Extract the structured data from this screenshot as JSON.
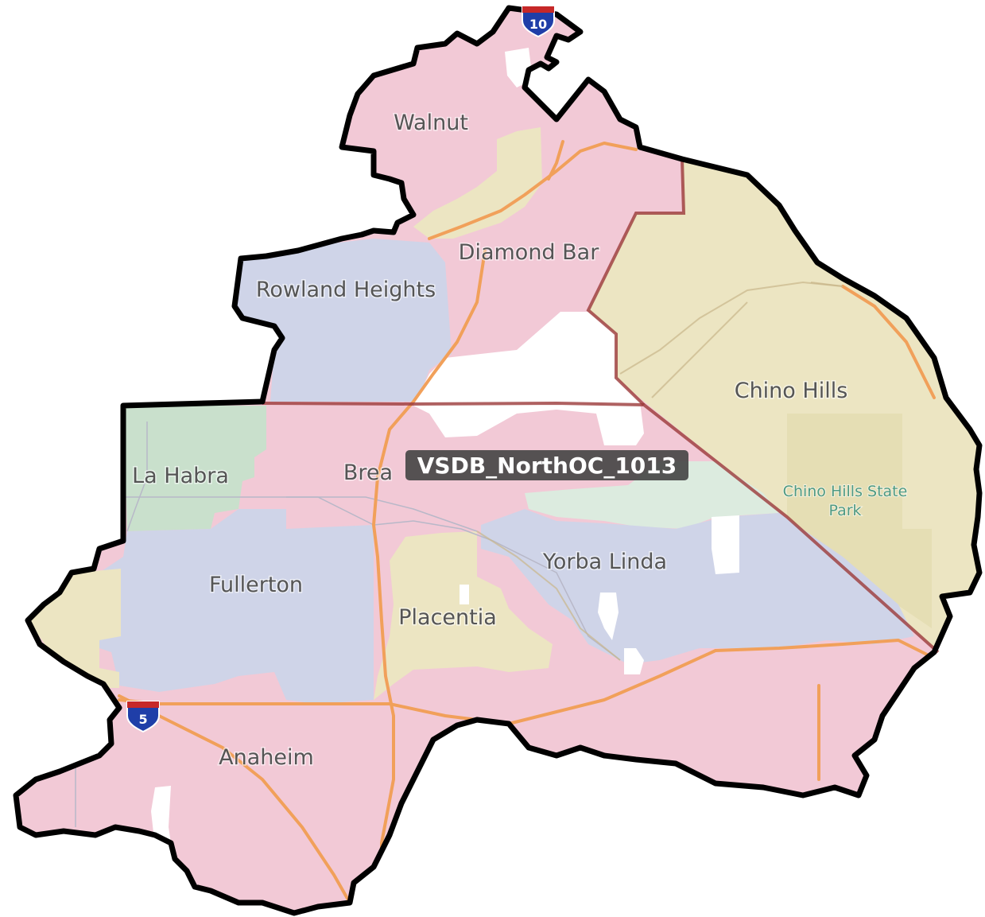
{
  "map": {
    "district_label": "VSDB_NorthOC_1013",
    "cities": [
      {
        "name": "Walnut"
      },
      {
        "name": "Diamond Bar"
      },
      {
        "name": "Rowland Heights"
      },
      {
        "name": "Chino Hills"
      },
      {
        "name": "La Habra"
      },
      {
        "name": "Brea"
      },
      {
        "name": "Yorba Linda"
      },
      {
        "name": "Fullerton"
      },
      {
        "name": "Placentia"
      },
      {
        "name": "Anaheim"
      }
    ],
    "park": {
      "line1": "Chino Hills State",
      "line2": "Park"
    },
    "highways": [
      {
        "number": "10"
      },
      {
        "number": "5"
      }
    ],
    "colors": {
      "pink": "#f2c9d6",
      "beige": "#ece5c2",
      "lavender": "#cfd4e8",
      "green": "#c9e0cc",
      "boundary": "#000000",
      "county_line": "#9b3a3a",
      "highway": "#f1a05a"
    }
  }
}
